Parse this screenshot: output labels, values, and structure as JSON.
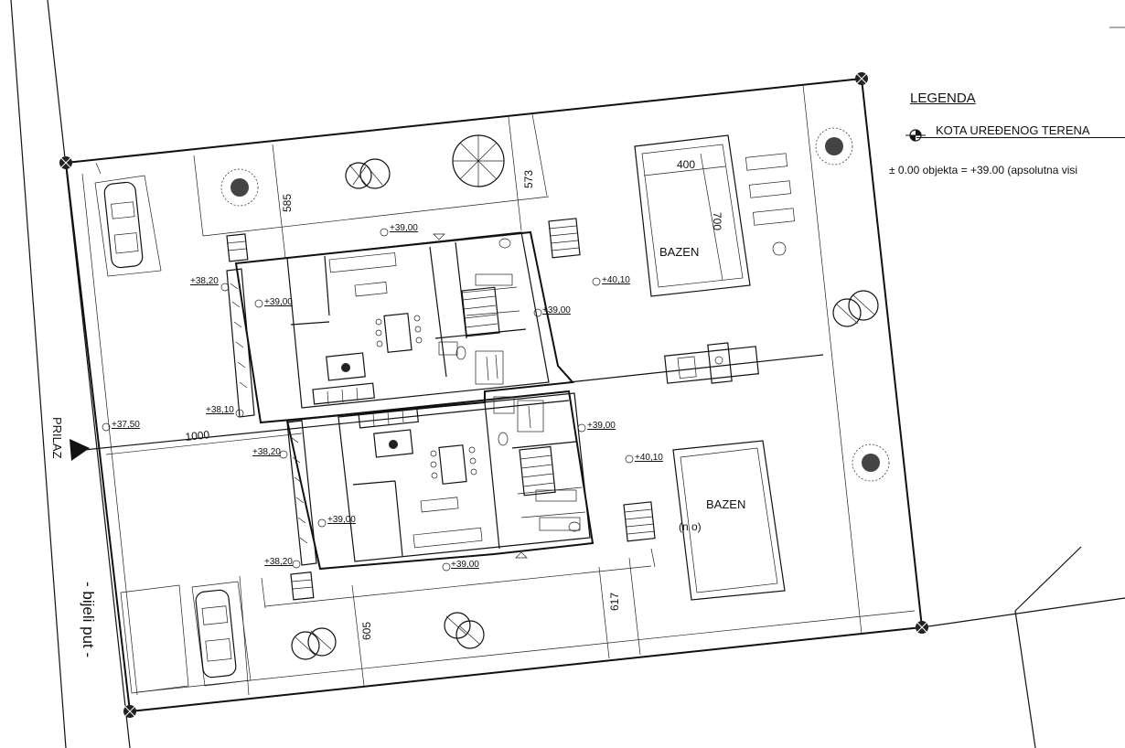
{
  "legend": {
    "title": "LEGENDA",
    "item": "KOTA UREĐENOG TERENA",
    "note": "± 0.00 objekta = +39.00 (apsolutna visi"
  },
  "road": {
    "name": "- bijeli put -",
    "access": "PRILAZ"
  },
  "dimensions": {
    "d585": "585",
    "d573": "573",
    "d605": "605",
    "d617": "617",
    "d1000": "1000",
    "d400": "400",
    "d700": "700"
  },
  "pools": {
    "pool1": "BAZEN",
    "pool2": "BAZEN",
    "pool2_sub": "(n                 o)"
  },
  "levels": {
    "l1": "+39,00",
    "l2": "+38,20",
    "l3": "+39,00",
    "l4": "+40,10",
    "l5": "+39,00",
    "l6": "+38,10",
    "l7": "+37,50",
    "l8": "+39,00",
    "l9": "+38,20",
    "l10": "+40,10",
    "l11": "+39,00",
    "l12": "+38,20",
    "l13": "+39,00"
  }
}
